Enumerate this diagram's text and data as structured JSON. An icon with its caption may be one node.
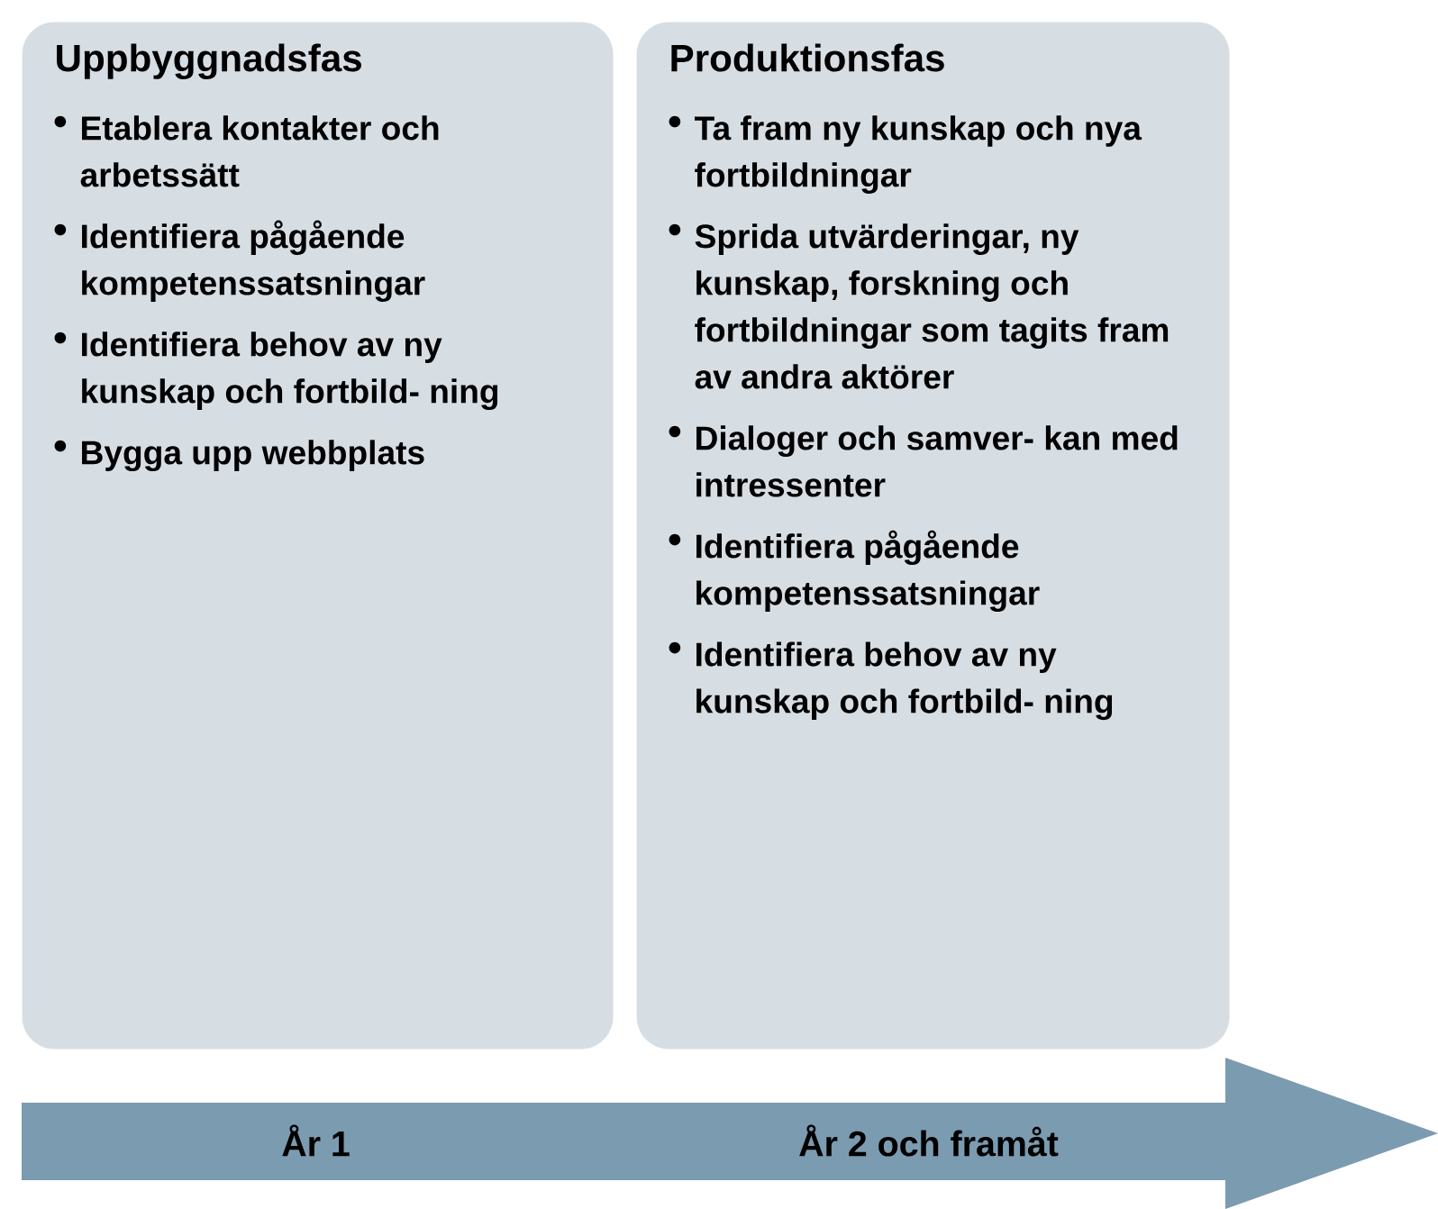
{
  "diagram": {
    "nodes": [
      {
        "text": [
          "Uppbyggnadsfas",
          "Etablera kontakter och arbetssätt",
          "Identifiera pågående kompetenssatsningar",
          "Identifiera behov av ny kunskap och fortbild- ning",
          "Bygga upp webbplats"
        ]
      },
      {
        "text": [
          "Produktionsfas",
          "Ta fram ny kunskap och nya fortbildningar",
          "Sprida utvärderingar, ny kunskap, forskning och fortbildningar som tagits fram av andra aktörer",
          "Dialoger och samver- kan med intressenter",
          "Identifiera pågående kompetenssatsningar",
          "Identifiera behov av ny kunskap och fortbild- ning"
        ]
      },
      {
        "text": [
          "År 1",
          "År 2 och framåt"
        ]
      }
    ]
  }
}
